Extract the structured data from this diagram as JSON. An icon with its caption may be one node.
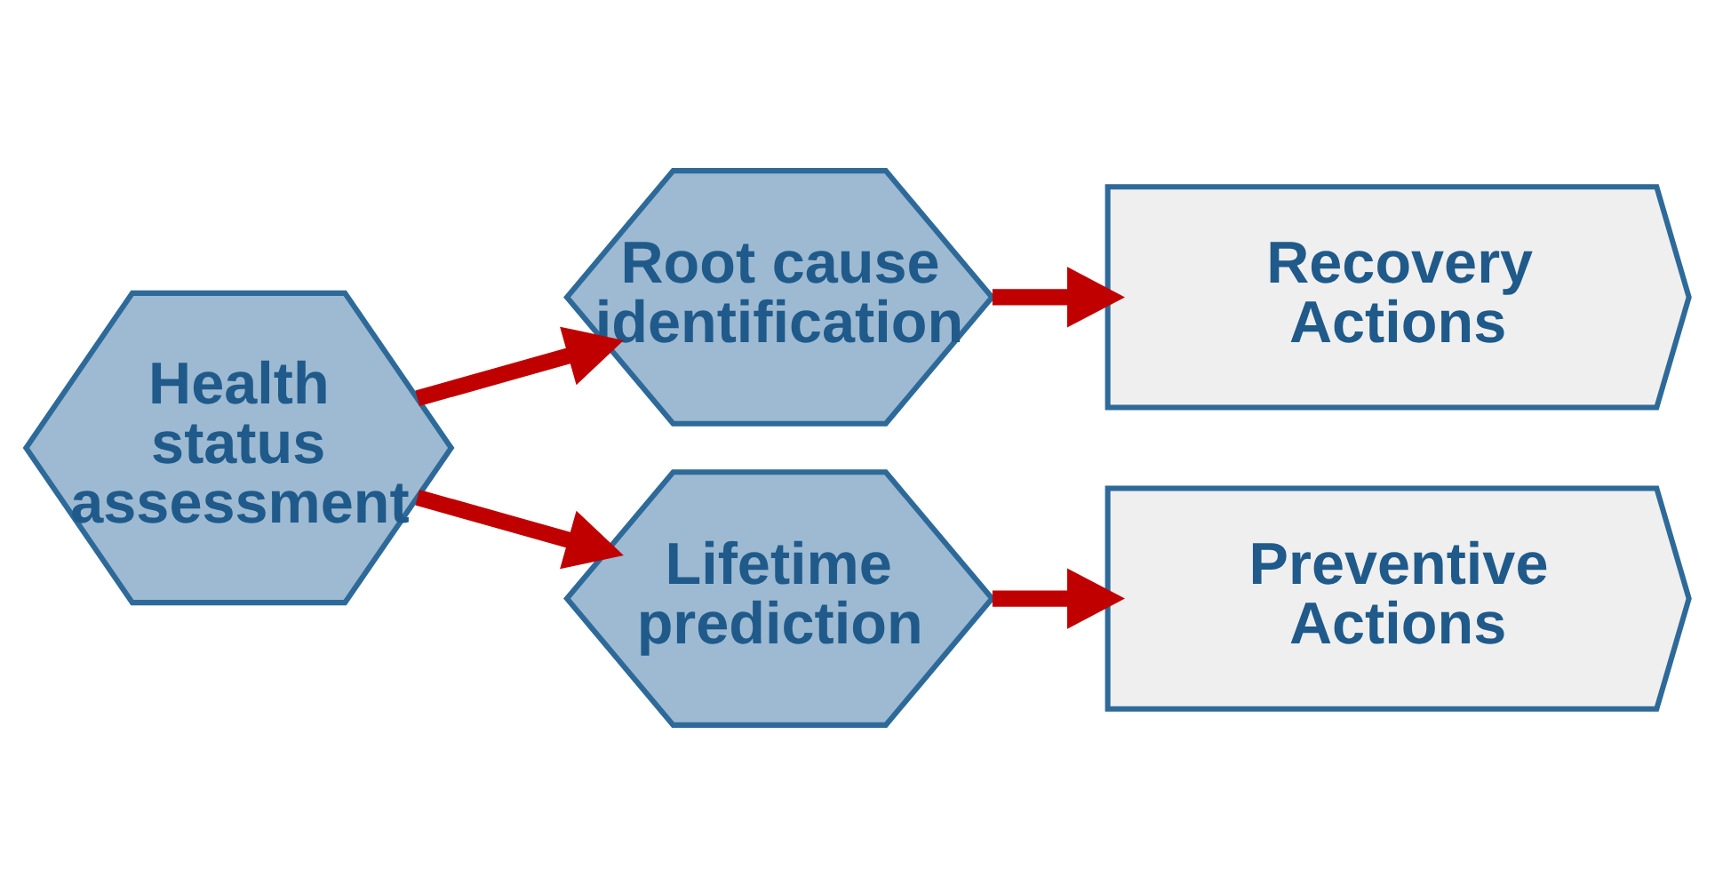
{
  "diagram": {
    "nodes": [
      {
        "text": [
          "Health status assessment"
        ]
      },
      {
        "text": [
          "Root cause identification"
        ]
      },
      {
        "text": [
          "Lifetime prediction"
        ]
      },
      {
        "text": [
          "Recovery Actions"
        ]
      },
      {
        "text": [
          "Preventive Actions"
        ]
      }
    ],
    "edges": [
      {
        "from": 0,
        "to": 1,
        "arrow": "to"
      },
      {
        "from": 0,
        "to": 2,
        "arrow": "to"
      },
      {
        "from": 1,
        "to": 3,
        "arrow": "to"
      },
      {
        "from": 2,
        "to": 4,
        "arrow": "to"
      }
    ]
  }
}
